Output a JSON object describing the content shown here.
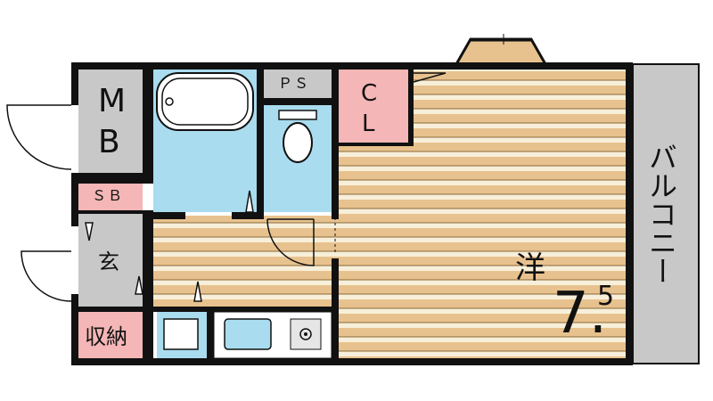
{
  "rooms": {
    "mb": {
      "line1": "M",
      "line2": "B"
    },
    "sb": "ＳＢ",
    "ps": "ＰＳ",
    "cl": {
      "line1": "C",
      "line2": "L"
    },
    "genkan": "玄",
    "storage": "収納",
    "western": {
      "name": "洋",
      "size_main": "7.",
      "size_sup": "5"
    },
    "balcony": "バルコニー"
  },
  "colors": {
    "wall": "#111111",
    "gray_room": "#c8c8c8",
    "pink_label": "#f4b6b6",
    "bath_blue": "#a9dcef",
    "floor_wood": "#e8c28e",
    "floor_light": "#f7efd9"
  }
}
